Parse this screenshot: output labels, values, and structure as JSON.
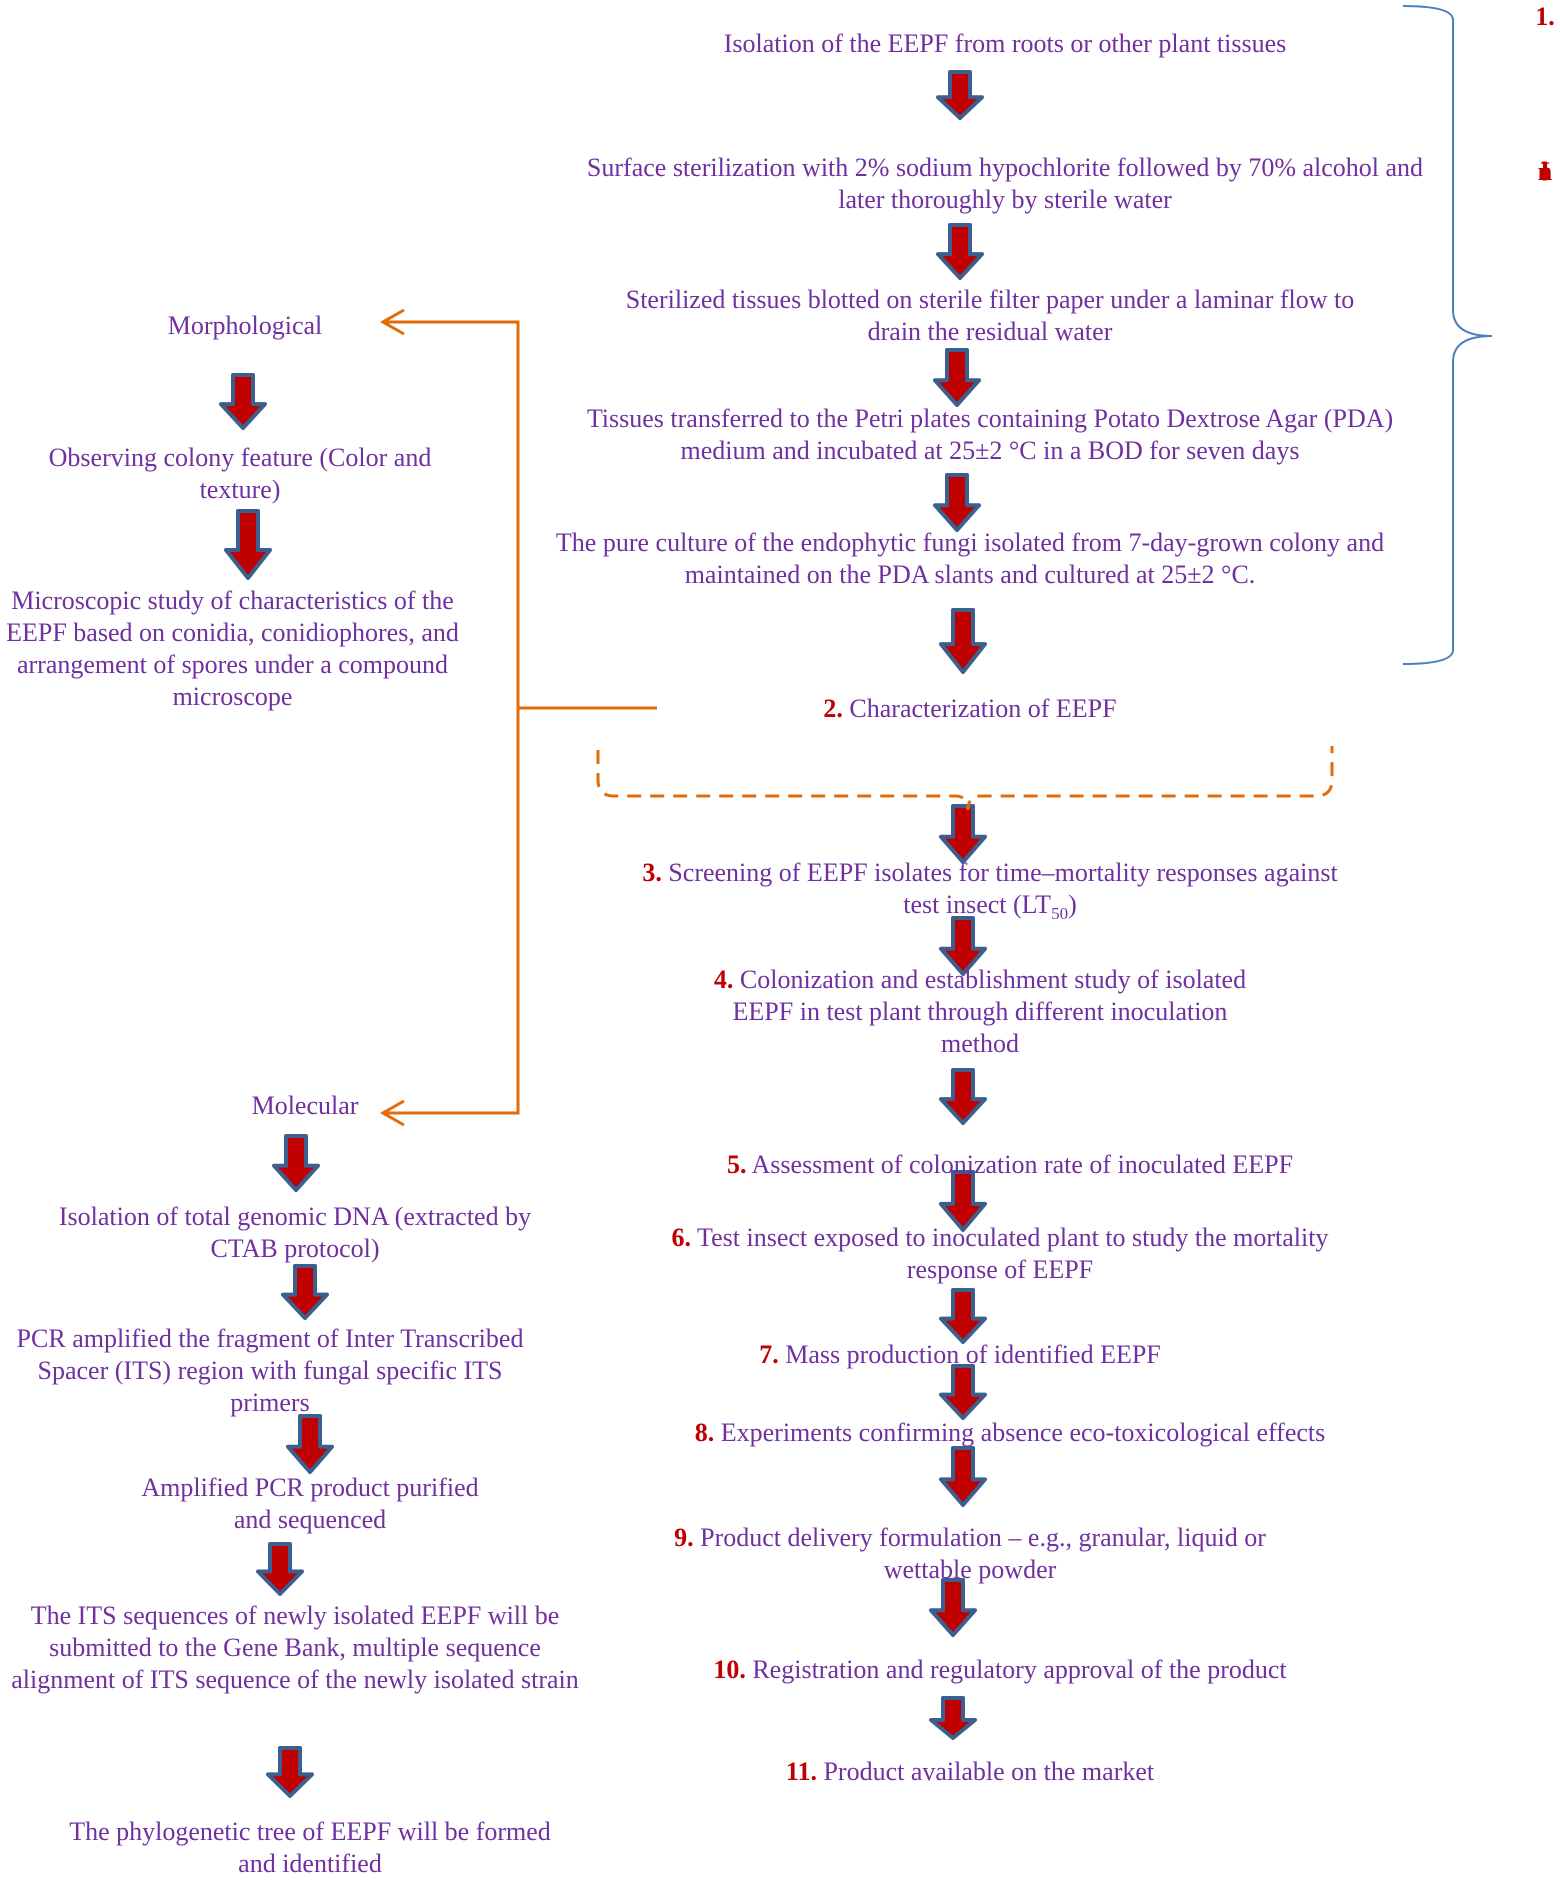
{
  "isolation_section": {
    "number": "1.",
    "letters": [
      "I",
      "s",
      "o",
      "l",
      "a",
      "t",
      "i",
      "o",
      "n"
    ],
    "steps": [
      "Isolation of the EEPF from roots or other plant tissues",
      "Surface sterilization with 2% sodium hypochlorite followed by 70% alcohol and later thoroughly by sterile water",
      "Sterilized tissues blotted on sterile filter paper under a laminar flow to drain the residual water",
      "Tissues transferred to the Petri plates containing Potato Dextrose Agar (PDA) medium and incubated at 25±2 °C in a BOD for seven days",
      "The pure culture of the endophytic fungi isolated from 7-day-grown colony and maintained on the PDA slants and cultured at 25±2 °C."
    ]
  },
  "characterization": {
    "number": "2.",
    "label": "Characterization of EEPF"
  },
  "morphological": {
    "title": "Morphological",
    "steps": [
      "Observing colony feature (Color and texture)",
      "Microscopic study of characteristics of the EEPF based on conidia, conidiophores, and arrangement of spores under a compound microscope"
    ]
  },
  "molecular": {
    "title": "Molecular",
    "steps": [
      "Isolation of total genomic DNA (extracted by CTAB protocol)",
      "PCR amplified the fragment of Inter Transcribed Spacer (ITS) region with fungal specific ITS primers",
      "Amplified PCR product purified and sequenced",
      "The ITS sequences of newly isolated EEPF will be submitted to the Gene Bank, multiple sequence alignment of ITS sequence of the newly isolated strain",
      "The phylogenetic tree of EEPF will be formed and identified"
    ]
  },
  "pipeline": [
    {
      "number": "3.",
      "text": "Screening of EEPF isolates for time–mortality responses against test insect (LT",
      "sub": "50",
      "tail": ")"
    },
    {
      "number": "4.",
      "text": "Colonization and establishment study of isolated EEPF in test plant through different inoculation method"
    },
    {
      "number": "5.",
      "text": "Assessment of colonization rate of inoculated EEPF"
    },
    {
      "number": "6.",
      "text": "Test insect exposed to inoculated plant to study the mortality response of EEPF"
    },
    {
      "number": "7.",
      "text": "Mass production of identified EEPF"
    },
    {
      "number": "8.",
      "text": "Experiments confirming absence eco-toxicological effects"
    },
    {
      "number": "9.",
      "text": "Product delivery formulation – e.g., granular, liquid or wettable powder"
    },
    {
      "number": "10.",
      "text": "Registration and regulatory approval of the product"
    },
    {
      "number": "11.",
      "text": "Product available on the market"
    }
  ],
  "colors": {
    "text": "#7030a0",
    "number": "#c00000",
    "arrow_fill": "#c00000",
    "arrow_border": "#3b5f8f",
    "brace": "#4a7fc0",
    "connector": "#e36c0a"
  }
}
